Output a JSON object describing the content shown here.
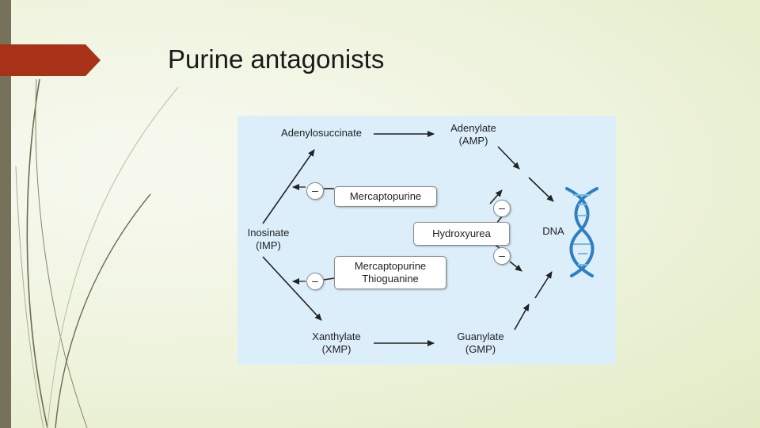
{
  "slide": {
    "title": "Purine antagonists"
  },
  "diagram": {
    "nodes": {
      "adenylosuccinate": "Adenylosuccinate",
      "adenylate": [
        "Adenylate",
        "(AMP)"
      ],
      "inosinate": [
        "Inosinate",
        "(IMP)"
      ],
      "xanthylate": [
        "Xanthylate",
        "(XMP)"
      ],
      "guanylate": [
        "Guanylate",
        "(GMP)"
      ],
      "dna": "DNA"
    },
    "inhibitors": {
      "mercaptopurine_upper": [
        "Mercaptopurine"
      ],
      "hydroxyurea": [
        "Hydroxyurea"
      ],
      "mercaptopurine_thioguanine": [
        "Mercaptopurine",
        "Thioguanine"
      ]
    },
    "inhibition_symbol": "–",
    "colors": {
      "panel": "#dbeefa",
      "dna_strand": "#2f7fc0",
      "accent": "#a83218",
      "side_bar": "#77705a"
    }
  }
}
